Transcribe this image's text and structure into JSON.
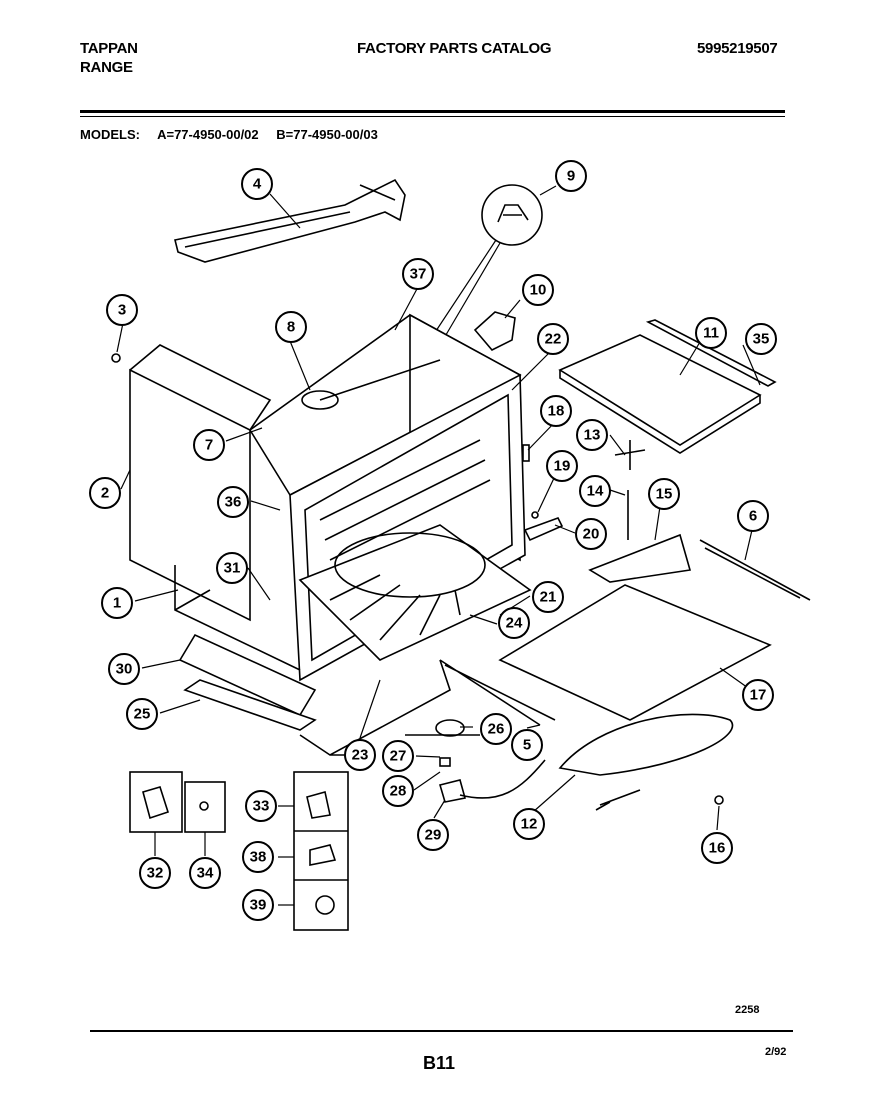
{
  "header": {
    "brand": "TAPPAN",
    "product": "RANGE",
    "catalog_title": "FACTORY PARTS CATALOG",
    "catalog_number": "5995219507"
  },
  "models": {
    "label": "MODELS:",
    "a": "A=77-4950-00/02",
    "b": "B=77-4950-00/03"
  },
  "callouts": [
    "1",
    "2",
    "3",
    "4",
    "5",
    "6",
    "7",
    "8",
    "9",
    "10",
    "11",
    "12",
    "13",
    "14",
    "15",
    "16",
    "17",
    "18",
    "19",
    "20",
    "21",
    "22",
    "23",
    "24",
    "25",
    "26",
    "27",
    "28",
    "29",
    "30",
    "31",
    "32",
    "33",
    "34",
    "35",
    "36",
    "37",
    "38",
    "39"
  ],
  "footer": {
    "drawing_number": "2258",
    "page": "B11",
    "date": "2/92"
  }
}
